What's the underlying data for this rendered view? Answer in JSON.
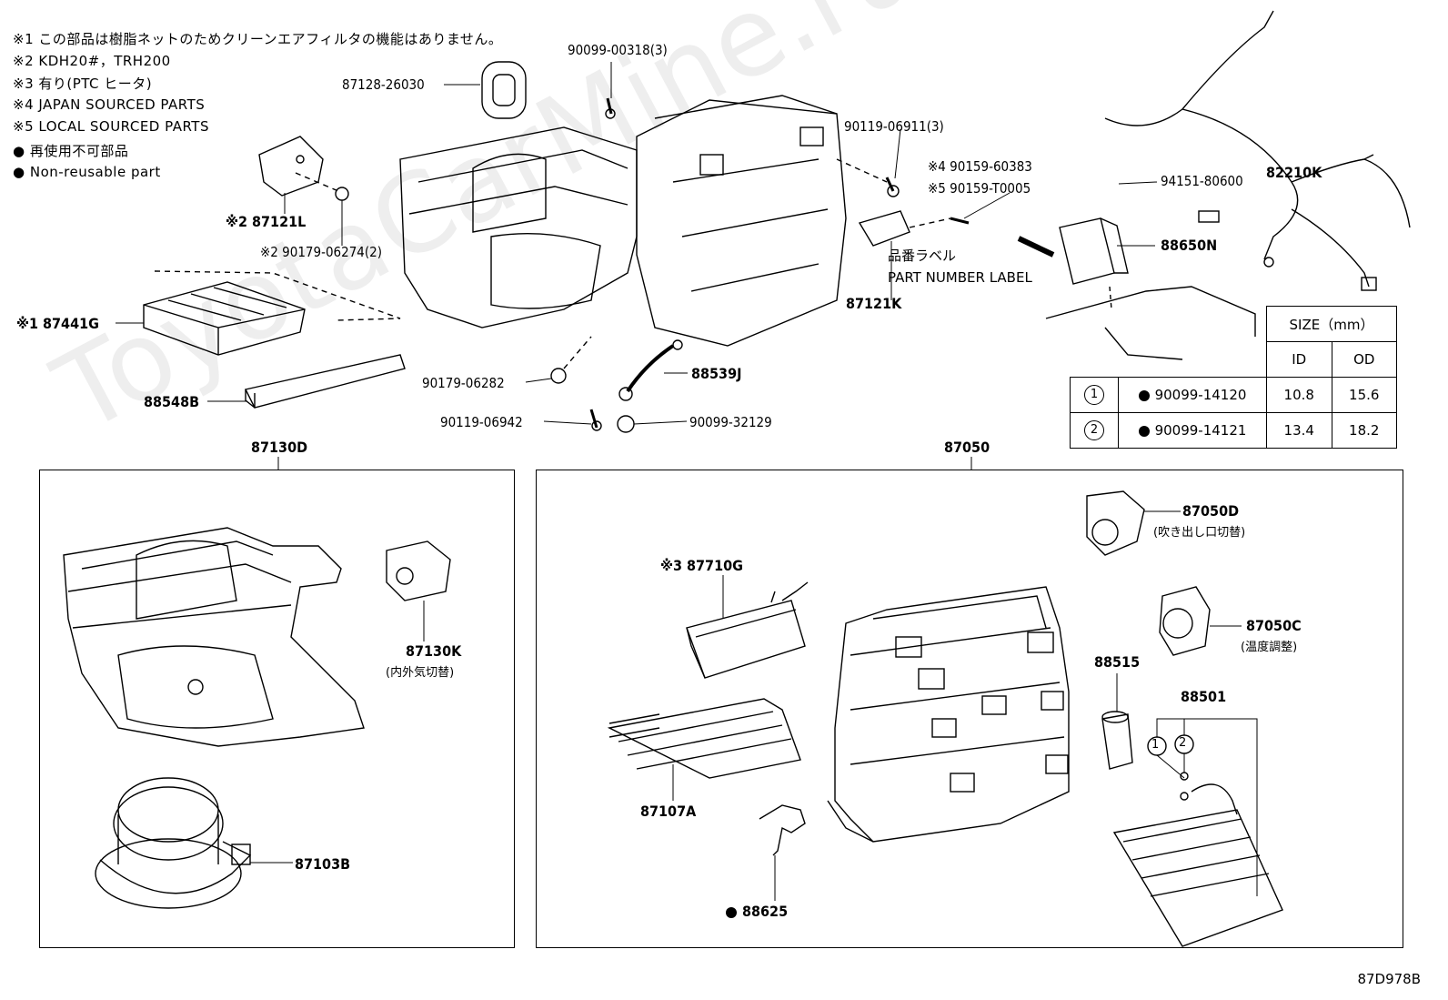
{
  "notes": [
    "※1 この部品は樹脂ネットのためクリーンエアフィルタの機能はありません。",
    "※2 KDH20#，TRH200",
    "※3 有り(PTC ヒータ)",
    "※4 JAPAN SOURCED PARTS",
    "※5 LOCAL SOURCED PARTS",
    "● 再使用不可部品",
    "● Non-reusable part"
  ],
  "watermark": "ToyotaCarMine.ru",
  "parts": {
    "p90099_00318": "90099-00318(3)",
    "p87128_26030": "87128-26030",
    "p90119_06911": "90119-06911(3)",
    "p90159_60383": "※4 90159-60383",
    "p90159_T0005": "※5 90159-T0005",
    "p94151_80600": "94151-80600",
    "p82210K": "82210K",
    "p88650N": "88650N",
    "p87121L": "※2 87121L",
    "p90179_06274": "※2 90179-06274(2)",
    "label_jp": "品番ラベル",
    "label_en": "PART NUMBER LABEL",
    "p87121K": "87121K",
    "p87441G": "※1 87441G",
    "p88548B": "88548B",
    "p90179_06282": "90179-06282",
    "p88539J": "88539J",
    "p90119_06942": "90119-06942",
    "p90099_32129": "90099-32129",
    "p87130D": "87130D",
    "p87050": "87050",
    "p87130K": "87130K",
    "p87130K_sub": "(内外気切替)",
    "p87103B": "87103B",
    "p87710G": "※3 87710G",
    "p87107A": "87107A",
    "p88625": "88625",
    "p87050D": "87050D",
    "p87050D_sub": "(吹き出し口切替)",
    "p87050C": "87050C",
    "p87050C_sub": "(温度調整)",
    "p88515": "88515",
    "p88501": "88501"
  },
  "size_table": {
    "header": "SIZE（mm）",
    "col_id": "ID",
    "col_od": "OD",
    "rows": [
      {
        "mark": "1",
        "part": "90099-14120",
        "id": "10.8",
        "od": "15.6"
      },
      {
        "mark": "2",
        "part": "90099-14121",
        "id": "13.4",
        "od": "18.2"
      }
    ]
  },
  "diagram_code": "87D978B"
}
